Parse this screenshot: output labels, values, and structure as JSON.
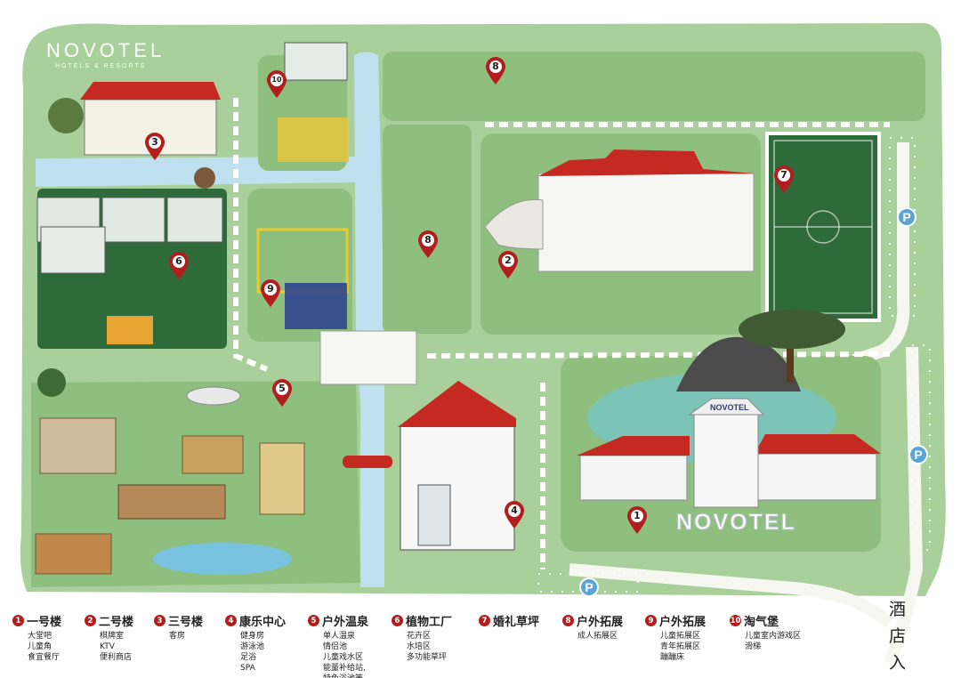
{
  "brand": {
    "name": "NOVOTEL",
    "subtitle": "HOTELS & RESORTS",
    "sign_main": "NOVOTEL",
    "sign_top": "NOVOTEL"
  },
  "pins": [
    {
      "id": "pin-1",
      "label": "1"
    },
    {
      "id": "pin-2",
      "label": "2"
    },
    {
      "id": "pin-3",
      "label": "3"
    },
    {
      "id": "pin-4",
      "label": "4"
    },
    {
      "id": "pin-5",
      "label": "5"
    },
    {
      "id": "pin-6",
      "label": "6"
    },
    {
      "id": "pin-7",
      "label": "7"
    },
    {
      "id": "pin-8a",
      "label": "8"
    },
    {
      "id": "pin-8b",
      "label": "8"
    },
    {
      "id": "pin-9",
      "label": "9"
    },
    {
      "id": "pin-10",
      "label": "10"
    }
  ],
  "parking": {
    "label": "P"
  },
  "entrance": {
    "line1": "酒 店",
    "line2": "入 口"
  },
  "legend": [
    {
      "num": "1",
      "title": "一号楼",
      "items": [
        "大堂吧",
        "儿童角",
        "食宜餐厅"
      ]
    },
    {
      "num": "2",
      "title": "二号楼",
      "items": [
        "棋牌室",
        "KTV",
        "便利商店"
      ]
    },
    {
      "num": "3",
      "title": "三号楼",
      "items": [
        "客房"
      ]
    },
    {
      "num": "4",
      "title": "康乐中心",
      "items": [
        "健身房",
        "游泳池",
        "足浴",
        "SPA"
      ]
    },
    {
      "num": "5",
      "title": "户外温泉",
      "items": [
        "单人温泉",
        "情侣池",
        "儿童戏水区",
        "能量补给站,",
        "特色浴池等"
      ]
    },
    {
      "num": "6",
      "title": "植物工厂",
      "items": [
        "花卉区",
        "水培区",
        "多功能草坪"
      ]
    },
    {
      "num": "7",
      "title": "婚礼草坪",
      "items": []
    },
    {
      "num": "8",
      "title": "户外拓展",
      "items": [
        "成人拓展区"
      ]
    },
    {
      "num": "9",
      "title": "户外拓展",
      "items": [
        "儿童拓展区",
        "青年拓展区",
        "蹦蹦床"
      ]
    },
    {
      "num": "10",
      "title": "淘气堡",
      "items": [
        "儿童室内游戏区",
        "滑梯"
      ]
    }
  ],
  "colors": {
    "grass_light": "#a9cf9a",
    "grass_mid": "#8fbf7e",
    "grass_dark": "#2f6b3a",
    "water": "#bfe1ef",
    "pin_red": "#b21d1d",
    "roof_red": "#c52a22",
    "path_white": "#f7f7f2",
    "parking_blue": "#5aa5d6"
  }
}
